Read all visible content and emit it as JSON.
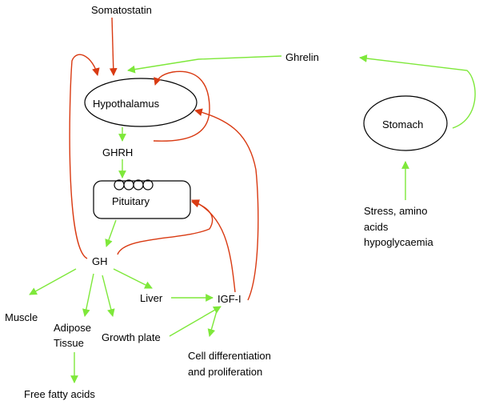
{
  "labels": {
    "somatostatin": "Somatostatin",
    "ghrelin": "Ghrelin",
    "hypothalamus": "Hypothalamus",
    "stomach": "Stomach",
    "ghrh": "GHRH",
    "pituitary": "Pituitary",
    "stress_line1": "Stress, amino",
    "stress_line2": "acids",
    "stress_line3": "hypoglycaemia",
    "gh": "GH",
    "liver": "Liver",
    "igf1": "IGF-I",
    "muscle": "Muscle",
    "adipose_line1": "Adipose",
    "adipose_line2": "Tissue",
    "growth_plate": "Growth plate",
    "cell_line1": "Cell differentiation",
    "cell_line2": "and proliferation",
    "ffa": "Free fatty acids"
  },
  "colors": {
    "stimulatory": "#7ee83a",
    "inhibitory": "#d93a12",
    "outline": "#000000"
  }
}
